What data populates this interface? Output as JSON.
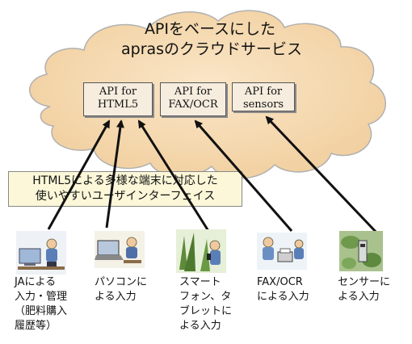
{
  "cloud": {
    "title_line1": "APIをベースにした",
    "title_line2": "aprasのクラウドサービス",
    "fill_color": "#f5d7ad"
  },
  "apis": [
    {
      "line1": "API for",
      "line2": "HTML5"
    },
    {
      "line1": "API for",
      "line2": "FAX/OCR"
    },
    {
      "line1": "API for",
      "line2": "sensors"
    }
  ],
  "interface_box": {
    "line1": "HTML5による多様な端末に対応した",
    "line2": "使いやすいユーザインターフェイス"
  },
  "devices": [
    {
      "icon": "ja-office-computer-icon",
      "caption": "JAによる\n入力・管理\n（肥料購入\n履歴等）"
    },
    {
      "icon": "pc-user-icon",
      "caption": "パソコンに\nよる入力"
    },
    {
      "icon": "smartphone-field-icon",
      "caption": "スマート\nフォン、タ\nブレットに\nよる入力"
    },
    {
      "icon": "fax-user-icon",
      "caption": "FAX/OCR\nによる入力"
    },
    {
      "icon": "sensor-icon",
      "caption": "センサーに\nよる入力"
    }
  ]
}
